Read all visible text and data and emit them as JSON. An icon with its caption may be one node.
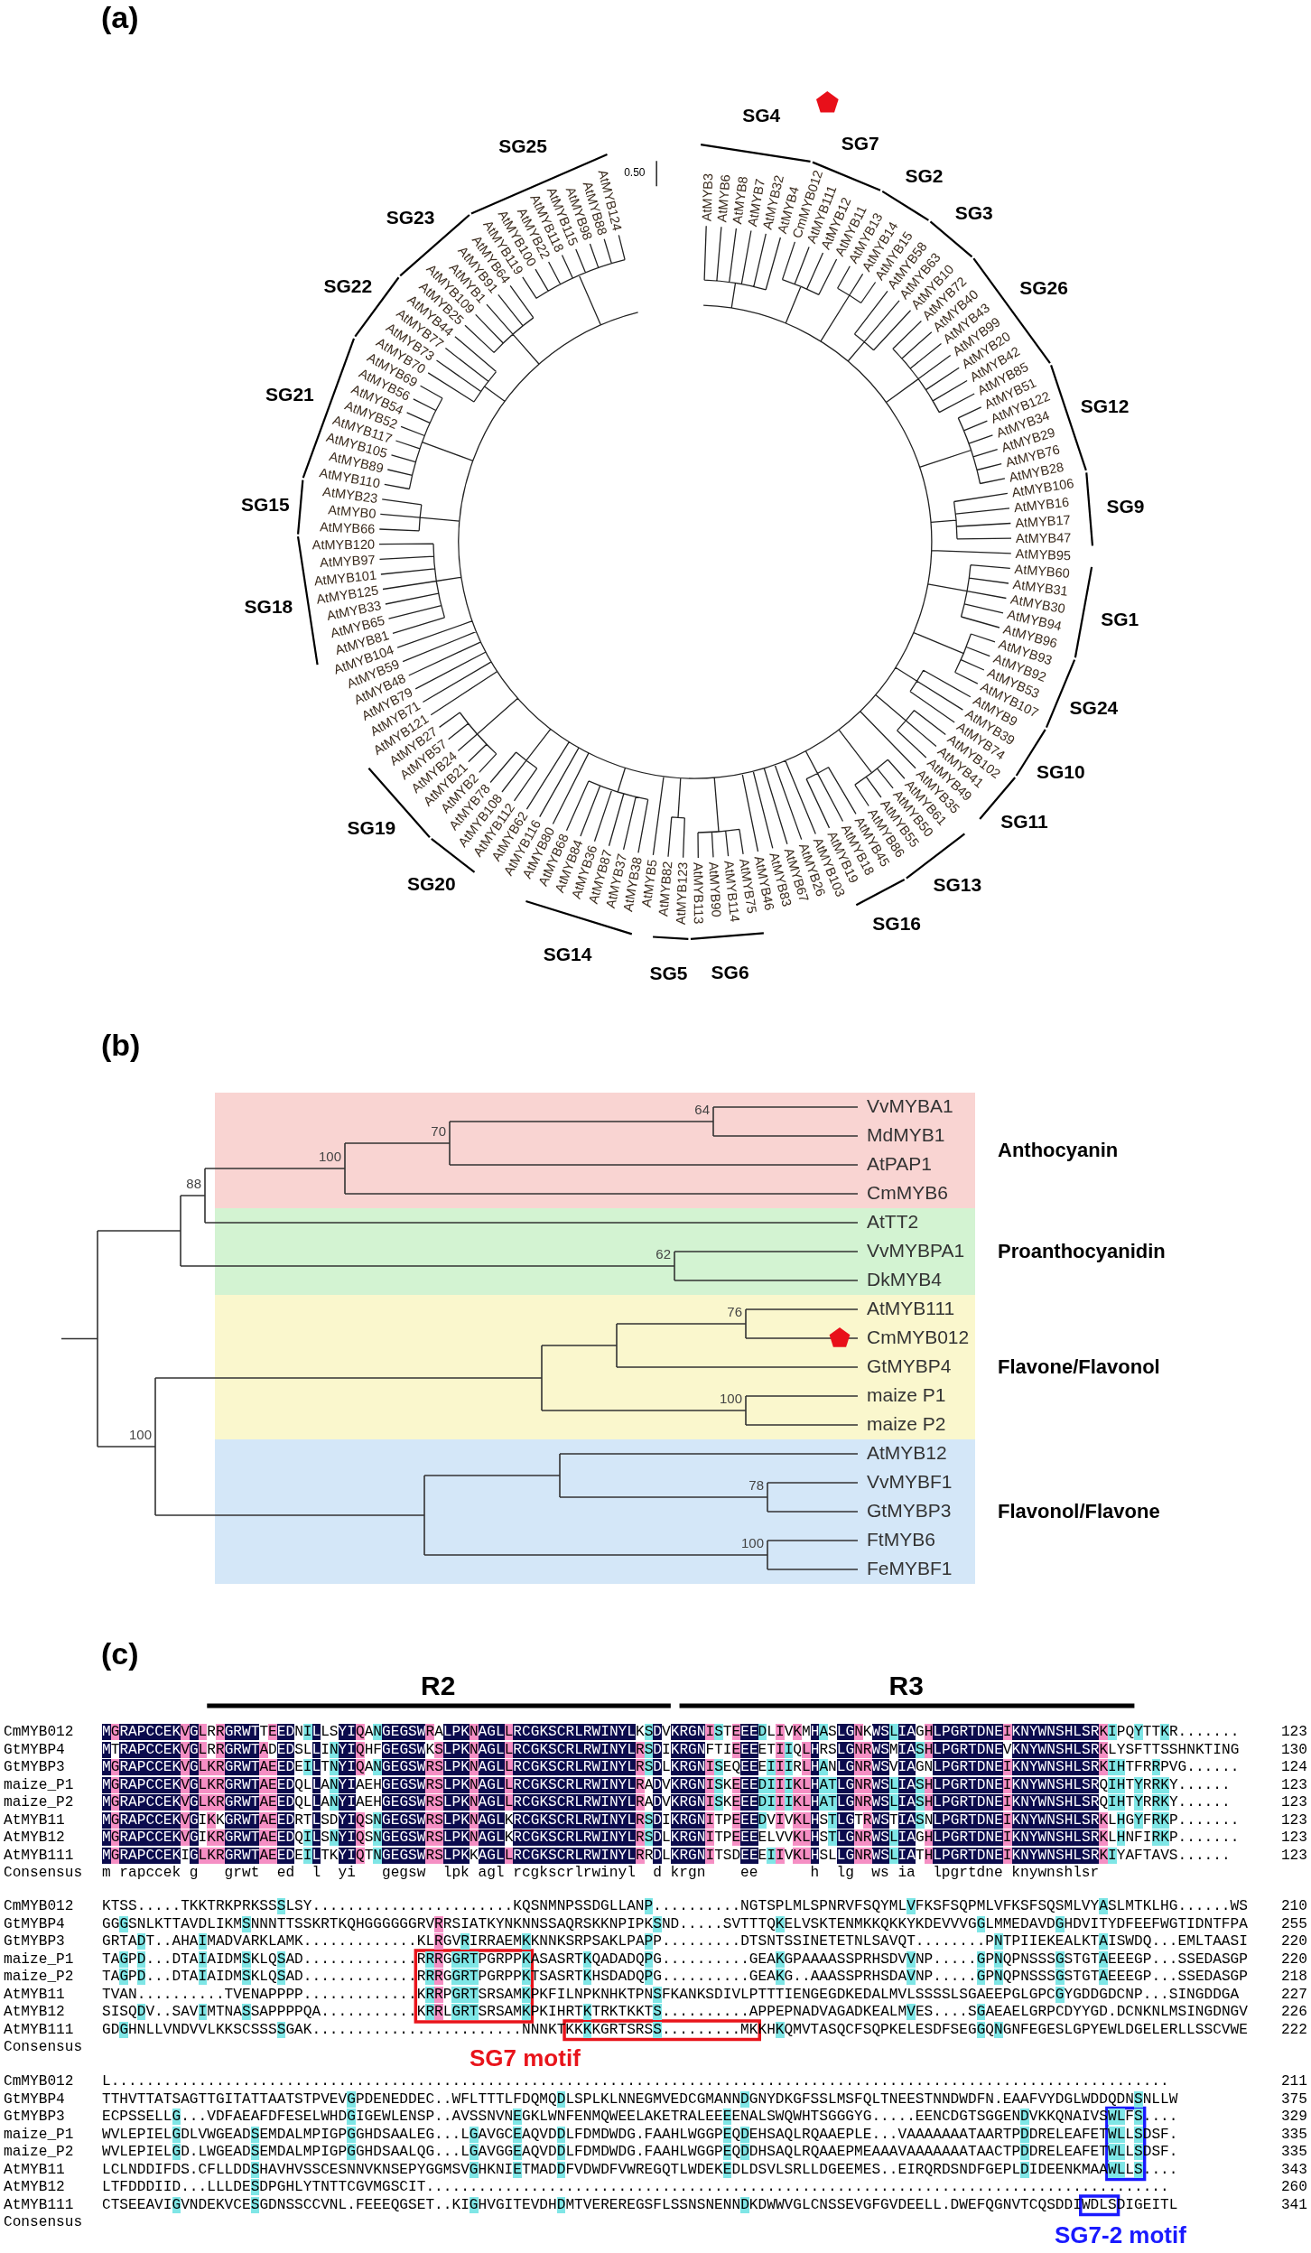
{
  "diagram": {
    "nodes": [
      {
        "text": [
          "Anthocyanin"
        ]
      },
      {
        "text": [
          "Proanthocyanidin"
        ]
      },
      {
        "text": [
          "Flavone/Flavonol"
        ]
      },
      {
        "text": [
          "Flavonol/Flavone"
        ]
      },
      {
        "text": [],
        "shape": "box"
      },
      {
        "text": [],
        "shape": "box"
      },
      {
        "text": [],
        "shape": "box"
      },
      {
        "text": [],
        "shape": "box"
      }
    ],
    "labels": [
      "(a)",
      "AtMYB3",
      "AtMYB6",
      "AtMYB8",
      "AtMYB7",
      "AtMYB32",
      "AtMYB4",
      "CmMYB012",
      "AtMYB111",
      "AtMYB12",
      "AtMYB11",
      "AtMYB13",
      "AtMYB14",
      "AtMYB15",
      "AtMYB58",
      "AtMYB63",
      "AtMYB10",
      "AtMYB72",
      "AtMYB40",
      "AtMYB43",
      "AtMYB99",
      "AtMYB20",
      "AtMYB42",
      "AtMYB85",
      "AtMYB51",
      "AtMYB122",
      "AtMYB34",
      "AtMYB29",
      "AtMYB76",
      "AtMYB28",
      "AtMYB106",
      "AtMYB16",
      "AtMYB17",
      "AtMYB47",
      "AtMYB95",
      "AtMYB60",
      "AtMYB31",
      "AtMYB30",
      "AtMYB94",
      "AtMYB96",
      "AtMYB93",
      "AtMYB92",
      "AtMYB53",
      "AtMYB107",
      "AtMYB9",
      "AtMYB39",
      "AtMYB74",
      "AtMYB102",
      "AtMYB41",
      "AtMYB49",
      "AtMYB35",
      "AtMYB61",
      "AtMYB50",
      "AtMYB55",
      "AtMYB86",
      "AtMYB45",
      "AtMYB18",
      "AtMYB78",
      "AtMYB108",
      "AtMYB112",
      "AtMYB62",
      "AtMYB116",
      "AtMYB80",
      "AtMYB68",
      "AtMYB84",
      "AtMYB36",
      "AtMYB87",
      "AtMYB37",
      "AtMYB38",
      "AtMYB5",
      "AtMYB82",
      "AtMYB123",
      "AtMYB113",
      "AtMYB90",
      "AtMYB114",
      "AtMYB75",
      "AtMYB46",
      "AtMYB83",
      "AtMYB67",
      "AtMYB26",
      "AtMYB103",
      "AtMYB19",
      "AtMYB2",
      "AtMYB21",
      "AtMYB24",
      "AtMYB57",
      "AtMYB27",
      "AtMYB121",
      "AtMYB71",
      "AtMYB79",
      "AtMYB48",
      "AtMYB59",
      "AtMYB104",
      "AtMYB81",
      "AtMYB65",
      "AtMYB33",
      "AtMYB125",
      "AtMYB101",
      "AtMYB97",
      "AtMYB120",
      "AtMYB66",
      "AtMYB0",
      "AtMYB23",
      "AtMYB110",
      "AtMYB89",
      "AtMYB105",
      "AtMYB117",
      "AtMYB52",
      "AtMYB54",
      "AtMYB56",
      "AtMYB69",
      "AtMYB70",
      "AtMYB73",
      "AtMYB77",
      "AtMYB44",
      "AtMYB25",
      "AtMYB109",
      "AtMYB1",
      "AtMYB91",
      "AtMYB64",
      "AtMYB119",
      "AtMYB100",
      "AtMYB22",
      "AtMYB118",
      "AtMYB115",
      "AtMYB98",
      "AtMYB88",
      "AtMYB124",
      "SG4",
      "SG7",
      "SG2",
      "SG3",
      "SG26",
      "SG12",
      "SG9",
      "SG1",
      "SG24",
      "SG10",
      "SG11",
      "SG13",
      "SG14",
      "SG5",
      "SG6",
      "SG16",
      "SG20",
      "SG19",
      "SG18",
      "SG15",
      "SG21",
      "SG22",
      "SG23",
      "SG25",
      "0.50",
      "(b)",
      "64",
      "70",
      "100",
      "88",
      "62",
      "76",
      "100",
      "100",
      "78",
      "100",
      "VvMYBA1",
      "MdMYB1",
      "AtPAP1",
      "CmMYB6",
      "AtTT2",
      "VvMYBPA1",
      "DkMYB4",
      "AtMYB111",
      "CmMYB012",
      "GtMYBP4",
      "maize P1",
      "maize P2",
      "AtMYB12",
      "VvMYBF1",
      "GtMYBP3",
      "FtMYB6",
      "FeMYBF1",
      "(c)",
      "R2",
      "R3",
      "CmMYB012",
      "MGRAPCCEKVGLRRGRWTTEEDNILLSYIQANGEGSWRALPKNAGLLRCGKSCRLRWINYLKSDVKRGNISTEEEDLIVKMHASLGNKWSLIAGHLPGRTDNEIKNYWNSHLSRKIPQYTTKR.......",
      "123",
      "GtMYBP4",
      "MTRAPCCEKVGLRRGRWTADEDSLLINYIQHFGEGSWKSLPKNAGLLRCGKSCRLRWINYLRSDIKRGNFTIEEEETIIQLHRSLGNRWSMIASHLPGRTDNEVKNYWNSHLSRKLYSFTTSSHNKTING",
      "130",
      "GtMYBP3",
      "MGRAPCCEKVGLKRGRWTAEEDEILTNYIQANGEGSWRSLPKNAGLLRCGKSCRLRWINYLRSDLKRGNISEQEEEIIIRLHANLGNRWSVIAGNLPGRTDNEIKNYWNSHLSRKIHTFRRPVG......",
      "124",
      "maize_P1",
      "MGRAPCCEKVGLKRGRWTAEEDQLLANYIAEHGEGSWRSLPKNAGLLRCGKSCRLRWINYLRADVKRGNISKEEEDIIIKLHATLGNRWSLIASHLPGRTDNEIKNYWNSHLSRQIHTYRRKY......",
      "123",
      "maize_P2",
      "MGRAPCCEKVGLKRGRWTAEEDQLLANYIAEHGEGSWRSLPKNAGLLRCGKSCRLRWINYLRADVKRGNISKEEEDIIIKLHATLGNRWSLIASHLPGRTDNEIKNYWNSHLSRQIHTYRRKY......",
      "123",
      "AtMYB11",
      "MGRAPCCEKVGIKKGRWTAEEDRTLSDYIQSNGEGSWRSLPKNAGLKRCGKSCRLRWINYLRSDIKRGNITPEEEDVIVKLHSTLGTRWSTIASNLPGRTDNEIKNYWNSHLSRKLHGYFRKP.......",
      "123",
      "AtMYB12",
      "MGRAPCCEKVGIKRGRWTAEEDQILSNYIQSNGEGSWRSLPKNAGLKRCGKSCRLRWINYLRSDLKRGNITPEEEELVVKLHSTLGNRWSLIAGHLPGRTDNEIKNYWNSHLSRKLHNFIRKP.......",
      "123",
      "AtMYB111",
      "MGRAPCCEKIGLKRGRWTAEEDEILTKYIQTNGEGSWRSLPKKAGLLRCGKSCRLRWINYLRRDLKRGNITSDEEEIIVKLHSLLGNRWSLIATHLPGRTDNEIKNYWNSHLSRKIYAFTAVS......",
      "123",
      "Consensus",
      "m rapccek g   grwt  ed  l  yi   gegsw  lpk agl rcgkscrlrwinyl  d krgn    ee      h  lg  ws ia  lpgrtdne knywnshlsr",
      "CmMYB012",
      "KTSS.....TKKTRKPRKSSSLSY.......................KQSNMNPSSDGLLANP..........NGTSPLMLSPNRVFSQYMLVFKSFSQPMLVFKSFSQSMLVYASLMTKLHG......WS",
      "210",
      "GtMYBP4",
      "GGGSNLKTTAVDLIKMSNNNTTSSKRTKQHGGGGGGRVRRSIATKYNKNNSSAQRSKKNPIPKSND.....SVTTTQKELVSKTENMKKQKKYKDEVVVGGLMMEDAVDGHDVITYDFEEFWGTIDNTFPA",
      "255",
      "GtMYBP3",
      "GRTADT..AHAIMADVARKLAMK.............KLRGVRIRRAEMKKNNKSRPSAKLPAPP.........DTSNTSSINETETNLSAVQT........PNTPIIEKEALKTAISWDQ...EMLTAASI",
      "220",
      "maize_P1",
      "TAGPD...DTAIAIDMSKLQSAD.............RRRGGRTPGRPPKASASRTKQADADQPG..........GEAKGPAAAASSPRHSDVVNP.....GPNQPNSSSGSTGTAEEEGP...SSEDASGP",
      "220",
      "maize_P2",
      "TAGPD...DTAIAIDMSKLQSAD.............RRRGGRTPGRPPKTSASRTKHSDADQPG..........GEAKG..AAASSPRHSDAVNP.....GPNQPNSSSGSTGTAEEEGP...SSEDASGP",
      "218",
      "AtMYB11",
      "TVAN..........TVENAPPPP.............KRRPGRTSRSAMKPKFILNPKNHKTPNSFKANKSDIVLPTTTIENGEGDKEDALMVLSSSSLSGAEEPGLGPCGYGDDGDCNP...SINGDDGA",
      "227",
      "AtMYB12",
      "SISQDV..SAVIMTNASSAPPPPQA...........KRRLGRTSRSAMKPKIHRTKTRKTKKTS..........APPEPNADVAGADKEALMVES....SGAEAELGRPCDYYGD.DCNKNLMSINGDNGV",
      "226",
      "AtMYB111",
      "GDGHNLLVNDVVLKKSCSSSSGAK........................NNNKTKKKKGRTSRSS.........MKKHKQMVTASQCFSQPKELESDFSEGGQNGNFEGESLGPYEWLDGELERLLSSCVWE",
      "222",
      "Consensus",
      "SG7 motif",
      "CmMYB012",
      "L.........................................................................................................................",
      "211",
      "GtMYBP4",
      "TTHVTTATSAGTTGITATTAATSTPVEVGPDENEDDEC..WFLTTTLFDQMQDLSPLKLNNEGMVEDCGMANNDGNYDKGFSSLMSFQLTNEESTNNDWDFN.EAAFVYDGLWDDQDNSNLLW",
      "375",
      "GtMYBP3",
      "ECPSSELLG...VDFAEAFDFESELWHDGIGEWLENSP..AVSSNVNEGKLWNFENMQWEELAKETRALEEEENALSWQWHTSGGGYG.....EENCDGTSGGENDVKKQNAIVSWLFS....",
      "329",
      "maize_P1",
      "WVLEPIELGDLVWGEADSEMDALMPIGPGGHDSAALEG...LGAVGCEAQVDDLFDMDWDG.FAAHLWGGPEQDEHSAQLRQAAEPLE...VAAAAAAATAARTPDDRELEAFETWLLSDSF.",
      "335",
      "maize_P2",
      "WVLEPIELGD.LWGEADSEMDALMPIGPGGHDSAALQG...LGAVGGEAQVDDLFDMDWDG.FAAHLWGGPEQDDHSAQLRQAAEPMEAAAVAAAAAAATAACTPDDRELEAFETWLLSDSF.",
      "335",
      "AtMYB11",
      "LCLNDDIFDS.CFLLDDSHAVHVSSCESNNVKNSEPYGGMSVGHKNIETMADDFVDWDFVWREGQTLWDEKEDLDSVLSRLLDGEEMES..EIRQRDSNDFGEPLDIDEENKMAAWLLS....",
      "343",
      "AtMYB12",
      "LTFDDDIID...LLLDESDPGHLYTNTTCGVMGSCIT.....................................................................................",
      "260",
      "AtMYB111",
      "CTSEEAVIGVNDEKVCESGDNSSCCVNL.FEEEQGSET..KIGHVGITEVDHDMTVEREREGSFLSSNSNENNDKDWWVGLCNSSEVGFGVDEELL.DWEFQGNVTCQSDDIWDLSDIGEITL",
      "341",
      "Consensus",
      "SG7-2 motif"
    ]
  }
}
